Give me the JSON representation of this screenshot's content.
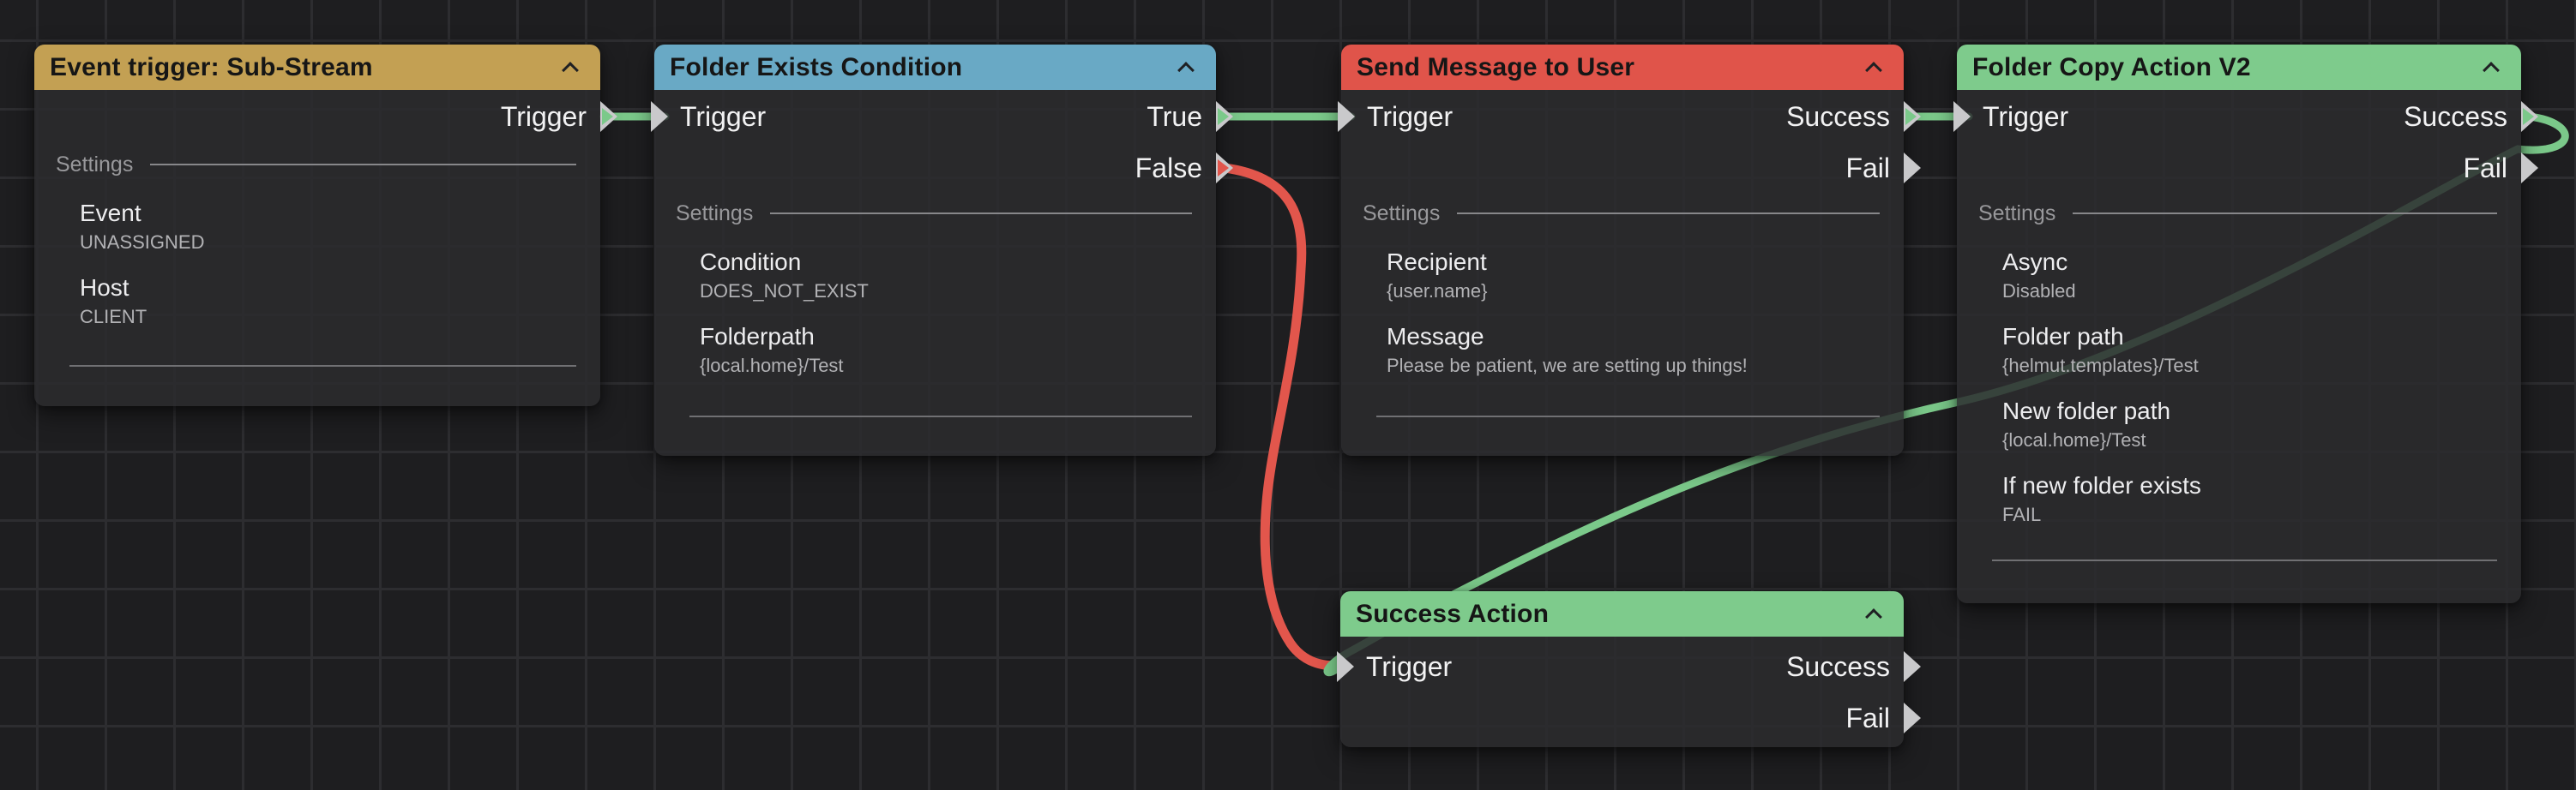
{
  "colors": {
    "canvas_background": "#1e1e20",
    "grid_line": "#2d2d30",
    "node_body": "#2b2b2e",
    "port_arrow": "#c9c9cb",
    "edge_green": "#7bc98a",
    "edge_red": "#e2564c"
  },
  "nodes": [
    {
      "title": "Event trigger: Sub-Stream",
      "header_color": "#c3a053",
      "settings_label": "Settings",
      "inputs": [],
      "outputs": [
        {
          "label": "Trigger",
          "connected": "green"
        }
      ],
      "settings": [
        {
          "name": "Event",
          "value": "UNASSIGNED"
        },
        {
          "name": "Host",
          "value": "CLIENT"
        }
      ]
    },
    {
      "title": "Folder Exists Condition",
      "header_color": "#69a9c5",
      "settings_label": "Settings",
      "inputs": [
        {
          "label": "Trigger",
          "connected": "green"
        }
      ],
      "outputs": [
        {
          "label": "True",
          "connected": "green"
        },
        {
          "label": "False",
          "connected": "red"
        }
      ],
      "settings": [
        {
          "name": "Condition",
          "value": "DOES_NOT_EXIST"
        },
        {
          "name": "Folderpath",
          "value": "{local.home}/Test"
        }
      ]
    },
    {
      "title": "Send Message to User",
      "header_color": "#e0544a",
      "settings_label": "Settings",
      "inputs": [
        {
          "label": "Trigger",
          "connected": "green"
        }
      ],
      "outputs": [
        {
          "label": "Success",
          "connected": "green"
        },
        {
          "label": "Fail",
          "connected": null
        }
      ],
      "settings": [
        {
          "name": "Recipient",
          "value": "{user.name}"
        },
        {
          "name": "Message",
          "value": "Please be patient, we are setting up things!"
        }
      ]
    },
    {
      "title": "Folder Copy Action V2",
      "header_color": "#7ecb8c",
      "settings_label": "Settings",
      "inputs": [
        {
          "label": "Trigger",
          "connected": "green"
        }
      ],
      "outputs": [
        {
          "label": "Success",
          "connected": "green"
        },
        {
          "label": "Fail",
          "connected": null
        }
      ],
      "settings": [
        {
          "name": "Async",
          "value": "Disabled"
        },
        {
          "name": "Folder path",
          "value": "{helmut.templates}/Test"
        },
        {
          "name": "New folder path",
          "value": "{local.home}/Test"
        },
        {
          "name": "If new folder exists",
          "value": "FAIL"
        }
      ]
    },
    {
      "title": "Success Action",
      "header_color": "#7ecb8c",
      "settings_label": "",
      "inputs": [
        {
          "label": "Trigger",
          "connected": "green"
        }
      ],
      "outputs": [
        {
          "label": "Success",
          "connected": null
        },
        {
          "label": "Fail",
          "connected": null
        }
      ],
      "settings": []
    }
  ],
  "edges": [
    {
      "from": "Event trigger: Sub-Stream / Trigger",
      "to": "Folder Exists Condition / Trigger",
      "color": "green"
    },
    {
      "from": "Folder Exists Condition / True",
      "to": "Send Message to User / Trigger",
      "color": "green"
    },
    {
      "from": "Folder Exists Condition / False",
      "to": "Success Action / Trigger",
      "color": "red"
    },
    {
      "from": "Send Message to User / Success",
      "to": "Folder Copy Action V2 / Trigger",
      "color": "green"
    },
    {
      "from": "Folder Copy Action V2 / Success",
      "to": "Success Action / Trigger",
      "color": "green"
    }
  ]
}
